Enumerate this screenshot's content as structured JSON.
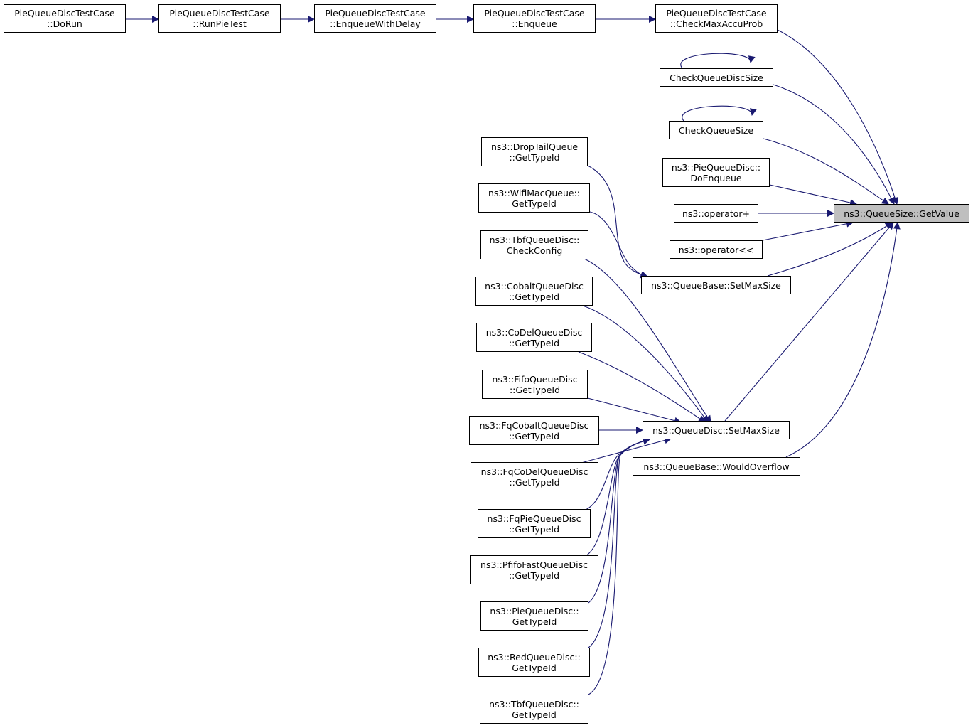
{
  "colors": {
    "edge": "#191970",
    "focus_fill": "#bfbfbf",
    "node_border": "#000000"
  },
  "nodes": {
    "dorun": {
      "l1": "PieQueueDiscTestCase",
      "l2": "::DoRun"
    },
    "runpietest": {
      "l1": "PieQueueDiscTestCase",
      "l2": "::RunPieTest"
    },
    "enqdelay": {
      "l1": "PieQueueDiscTestCase",
      "l2": "::EnqueueWithDelay"
    },
    "enqueue": {
      "l1": "PieQueueDiscTestCase",
      "l2": "::Enqueue"
    },
    "checkmax": {
      "l1": "PieQueueDiscTestCase",
      "l2": "::CheckMaxAccuProb"
    },
    "checkqds": {
      "l1": "CheckQueueDiscSize"
    },
    "checkqs": {
      "l1": "CheckQueueSize"
    },
    "piedoenq": {
      "l1": "ns3::PieQueueDisc::",
      "l2": "DoEnqueue"
    },
    "opplus": {
      "l1": "ns3::operator+"
    },
    "opshift": {
      "l1": "ns3::operator<<"
    },
    "getvalue": {
      "l1": "ns3::QueueSize::GetValue"
    },
    "qb_setmax": {
      "l1": "ns3::QueueBase::SetMaxSize"
    },
    "qd_setmax": {
      "l1": "ns3::QueueDisc::SetMaxSize"
    },
    "wouldover": {
      "l1": "ns3::QueueBase::WouldOverflow"
    },
    "droptail": {
      "l1": "ns3::DropTailQueue",
      "l2": "::GetTypeId"
    },
    "wifimac": {
      "l1": "ns3::WifiMacQueue::",
      "l2": "GetTypeId"
    },
    "tbfcheck": {
      "l1": "ns3::TbfQueueDisc::",
      "l2": "CheckConfig"
    },
    "cobalt": {
      "l1": "ns3::CobaltQueueDisc",
      "l2": "::GetTypeId"
    },
    "codel": {
      "l1": "ns3::CoDelQueueDisc",
      "l2": "::GetTypeId"
    },
    "fifo": {
      "l1": "ns3::FifoQueueDisc",
      "l2": "::GetTypeId"
    },
    "fqcobalt": {
      "l1": "ns3::FqCobaltQueueDisc",
      "l2": "::GetTypeId"
    },
    "fqcodel": {
      "l1": "ns3::FqCoDelQueueDisc",
      "l2": "::GetTypeId"
    },
    "fqpie": {
      "l1": "ns3::FqPieQueueDisc",
      "l2": "::GetTypeId"
    },
    "pfifo": {
      "l1": "ns3::PfifoFastQueueDisc",
      "l2": "::GetTypeId"
    },
    "pie": {
      "l1": "ns3::PieQueueDisc::",
      "l2": "GetTypeId"
    },
    "red": {
      "l1": "ns3::RedQueueDisc::",
      "l2": "GetTypeId"
    },
    "tbf": {
      "l1": "ns3::TbfQueueDisc::",
      "l2": "GetTypeId"
    }
  }
}
